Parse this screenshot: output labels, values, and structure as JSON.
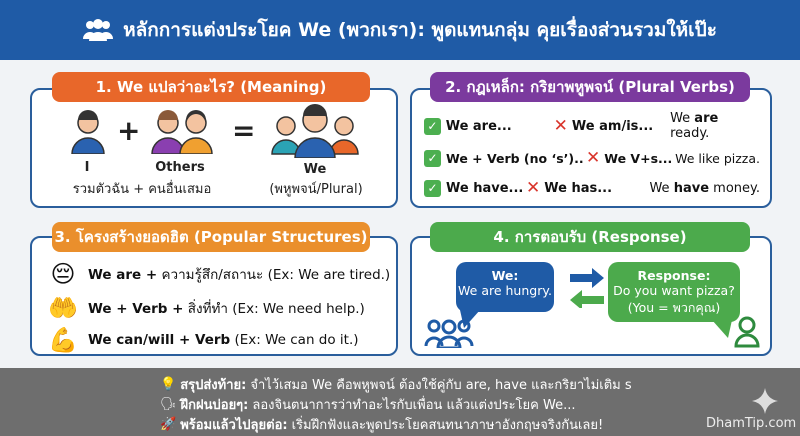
{
  "header": {
    "title": "หลักการแต่งประโยค We (พวกเรา): พูดแทนกลุ่ม คุยเรื่องส่วนรวมให้เป๊ะ",
    "icon": "users-icon"
  },
  "panel1": {
    "title": "1. We แปลว่าอะไร? (Meaning)",
    "color": "#e8672a",
    "i_label": "I",
    "others_label": "Others",
    "we_label": "We",
    "we_sub": "(พหูพจน์/Plural)",
    "caption": "รวมตัวฉัน + คนอื่นเสมอ",
    "plus": "+",
    "equals": "="
  },
  "panel2": {
    "title": "2. กฎเหล็ก: กริยาพหูพจน์ (Plural Verbs)",
    "color": "#7b3a9e",
    "rows": [
      {
        "correct": "We are...",
        "wrong": "We am/is...",
        "ex_pre": "We ",
        "ex_bold": "are",
        "ex_post": " ready."
      },
      {
        "correct": "We + Verb (no ‘s’)..",
        "wrong": "We V+s...",
        "ex_pre": "We like pizza.",
        "ex_bold": "",
        "ex_post": ""
      },
      {
        "correct": "We have...",
        "wrong": "We has...",
        "ex_pre": "We ",
        "ex_bold": "have",
        "ex_post": " money."
      }
    ]
  },
  "panel3": {
    "title": "3. โครงสร้างยอดฮิต (Popular Structures)",
    "color": "#ea8f2c",
    "rows": [
      {
        "icon": "sad-face-icon",
        "bold": "We are +",
        "rest": " ความรู้สึก/สถานะ (Ex: We are tired.)"
      },
      {
        "icon": "heart-hands-icon",
        "bold": "We + Verb +",
        "rest": " สิ่งที่ทำ (Ex: We need help.)"
      },
      {
        "icon": "flexed-arm-icon",
        "bold": "We can/will + Verb",
        "rest": " (Ex: We can do it.)"
      }
    ]
  },
  "panel4": {
    "title": "4. การตอบรับ (Response)",
    "color": "#4caa4c",
    "we_head": "We:",
    "we_text": "We are hungry.",
    "resp_head": "Response:",
    "resp_text": "Do you want pizza?",
    "resp_note": "(You = พวกคุณ)"
  },
  "footer": {
    "lines": [
      {
        "icon": "lightbulb-icon",
        "glyph": "💡",
        "bold": "สรุปส่งท้าย:",
        "text": "จำไว้เสมอ We คือพหูพจน์ ต้องใช้คู่กับ are, have และกริยาไม่เติม s"
      },
      {
        "icon": "speaking-head-icon",
        "glyph": "🗣",
        "bold": "ฝึกฝนบ่อยๆ:",
        "text": "ลองจินตนาการว่าทำอะไรกับเพื่อน แล้วแต่งประโยค We..."
      },
      {
        "icon": "rocket-icon",
        "glyph": "🚀",
        "bold": "พร้อมแล้วไปลุยต่อ:",
        "text": "เริ่มฝึกฟังและพูดประโยคสนทนาภาษาอังกฤษจริงกันเลย!"
      }
    ],
    "brand": "DhamTip.com"
  }
}
